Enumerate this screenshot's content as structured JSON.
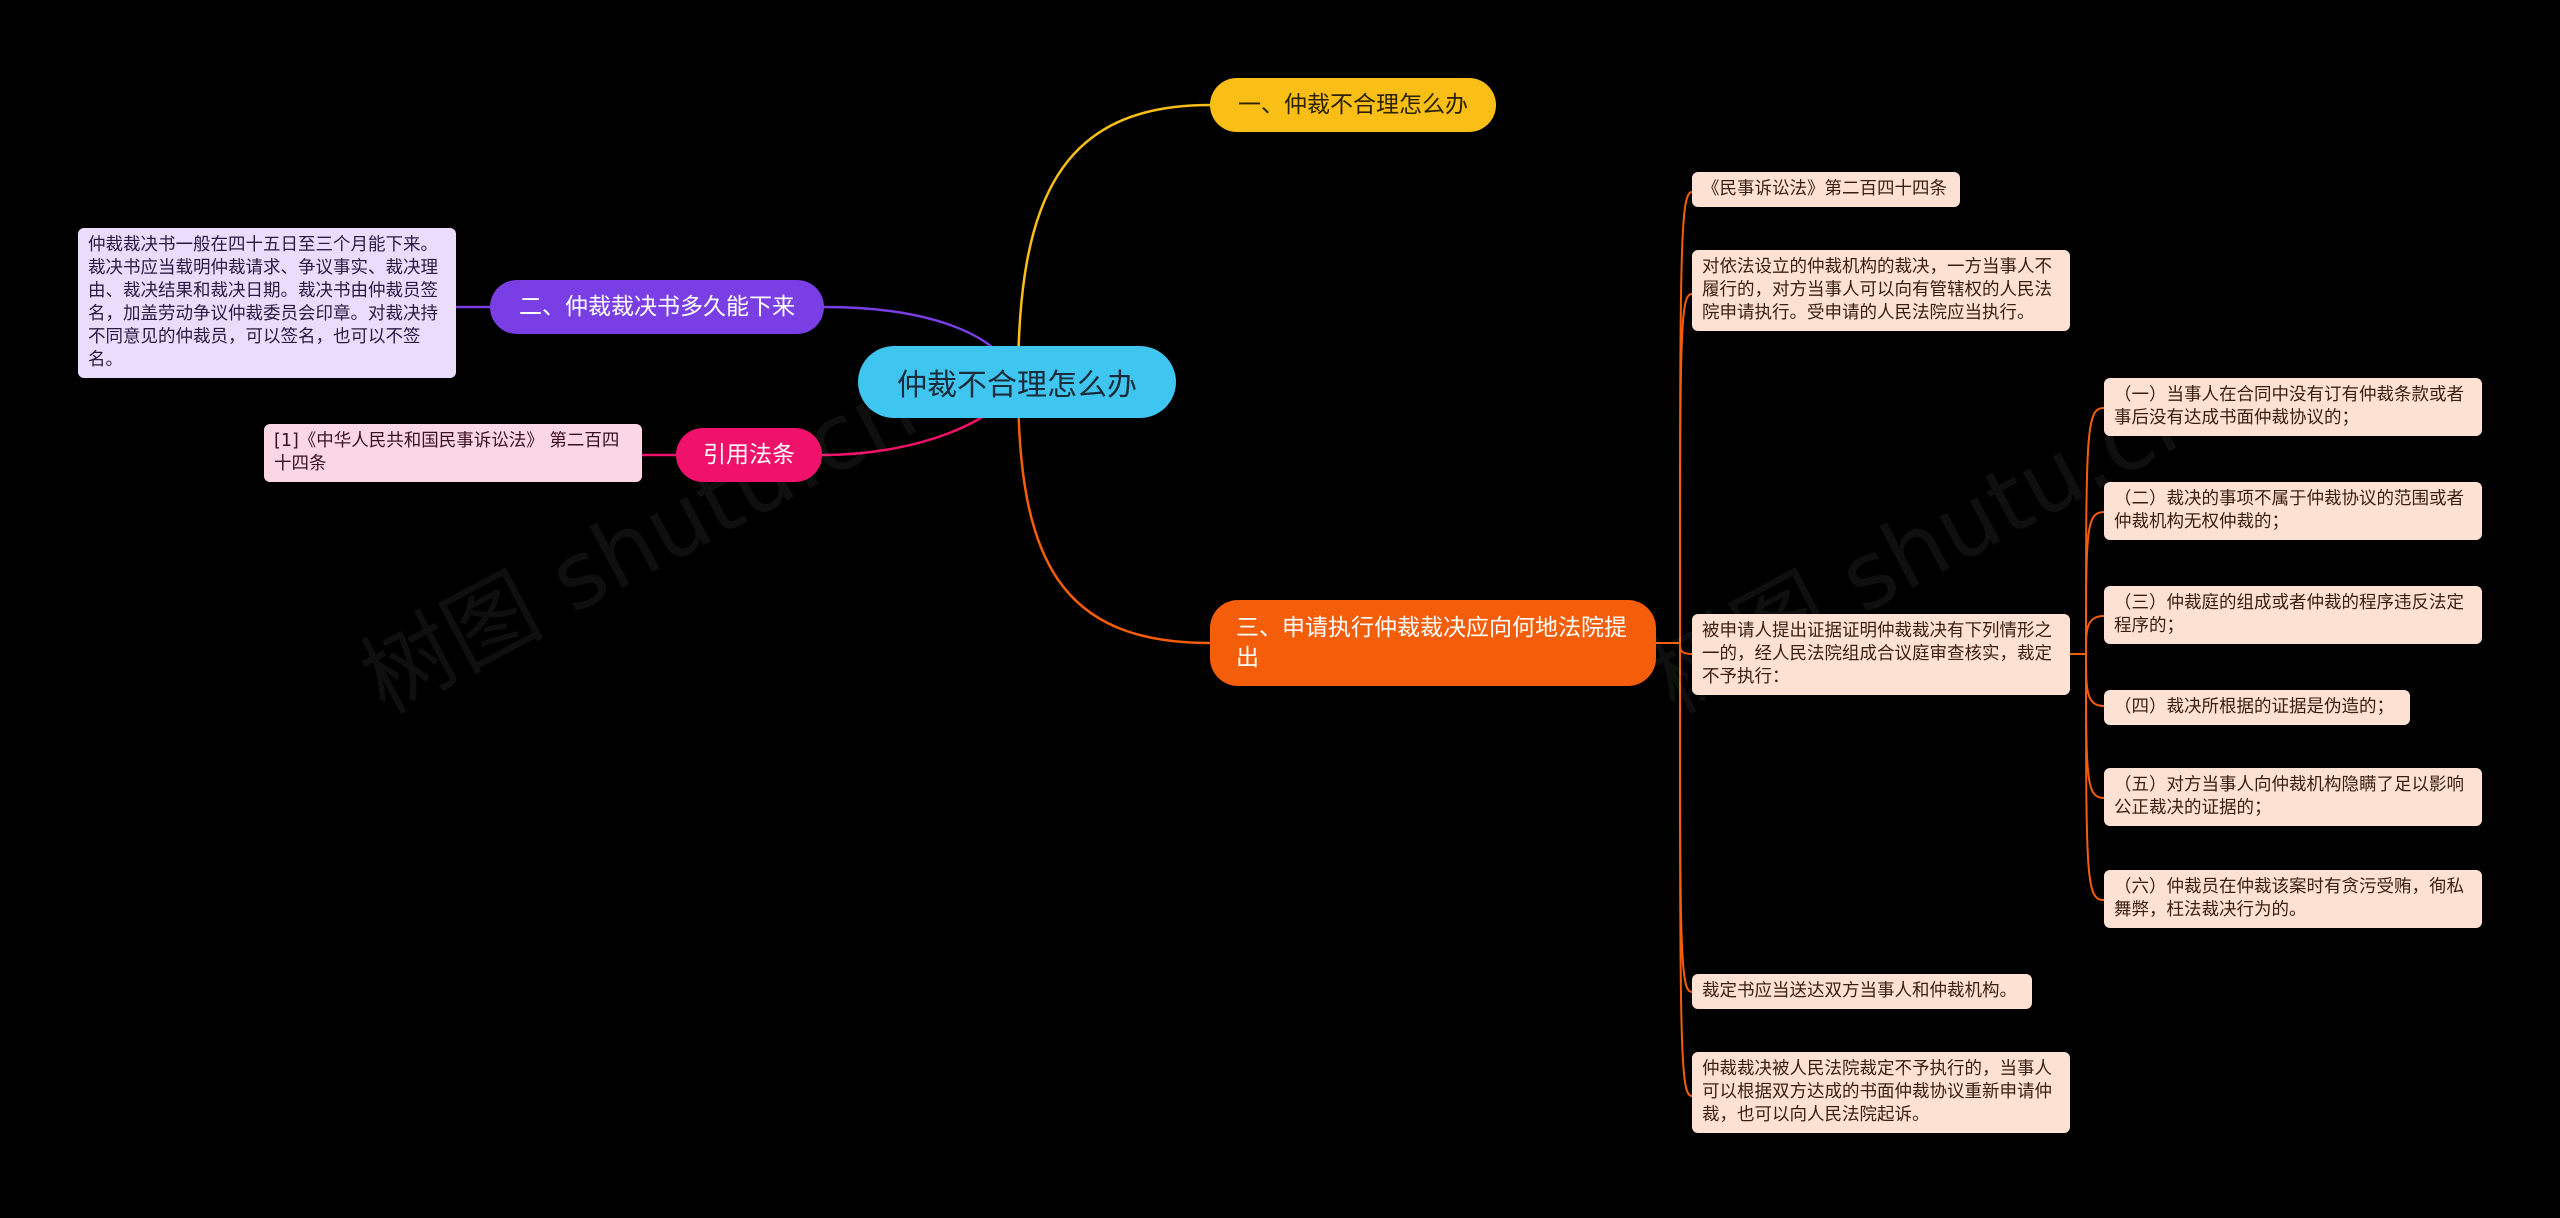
{
  "root": {
    "label": "仲裁不合理怎么办"
  },
  "branches": [
    {
      "label": "一、仲裁不合理怎么办",
      "color": "#f9bf16"
    },
    {
      "label": "二、仲裁裁决书多久能下来",
      "color": "#7a3fe4",
      "children": [
        "仲裁裁决书一般在四十五日至三个月能下来。裁决书应当载明仲裁请求、争议事实、裁决理由、裁决结果和裁决日期。裁决书由仲裁员签名，加盖劳动争议仲裁委员会印章。对裁决持不同意见的仲裁员，可以签名，也可以不签名。"
      ]
    },
    {
      "label": "引用法条",
      "color": "#ef116a",
      "children": [
        "[1]《中华人民共和国民事诉讼法》 第二百四十四条"
      ]
    },
    {
      "label": "三、申请执行仲裁裁决应向何地法院提出",
      "color": "#f45d0a",
      "children": [
        "《民事诉讼法》第二百四十四条",
        "对依法设立的仲裁机构的裁决，一方当事人不履行的，对方当事人可以向有管辖权的人民法院申请执行。受申请的人民法院应当执行。",
        "被申请人提出证据证明仲裁裁决有下列情形之一的，经人民法院组成合议庭审查核实，裁定不予执行：",
        "裁定书应当送达双方当事人和仲裁机构。",
        "仲裁裁决被人民法院裁定不予执行的，当事人可以根据双方达成的书面仲裁协议重新申请仲裁，也可以向人民法院起诉。"
      ],
      "sub_items": [
        "（一）当事人在合同中没有订有仲裁条款或者事后没有达成书面仲裁协议的；",
        "（二）裁决的事项不属于仲裁协议的范围或者仲裁机构无权仲裁的；",
        "（三）仲裁庭的组成或者仲裁的程序违反法定程序的；",
        "（四）裁决所根据的证据是伪造的；",
        "（五）对方当事人向仲裁机构隐瞒了足以影响公正裁决的证据的；",
        "（六）仲裁员在仲裁该案时有贪污受贿，徇私舞弊，枉法裁决行为的。"
      ]
    }
  ],
  "watermarks": [
    "树图 shutu.cn",
    "树图 shutu.cn"
  ]
}
